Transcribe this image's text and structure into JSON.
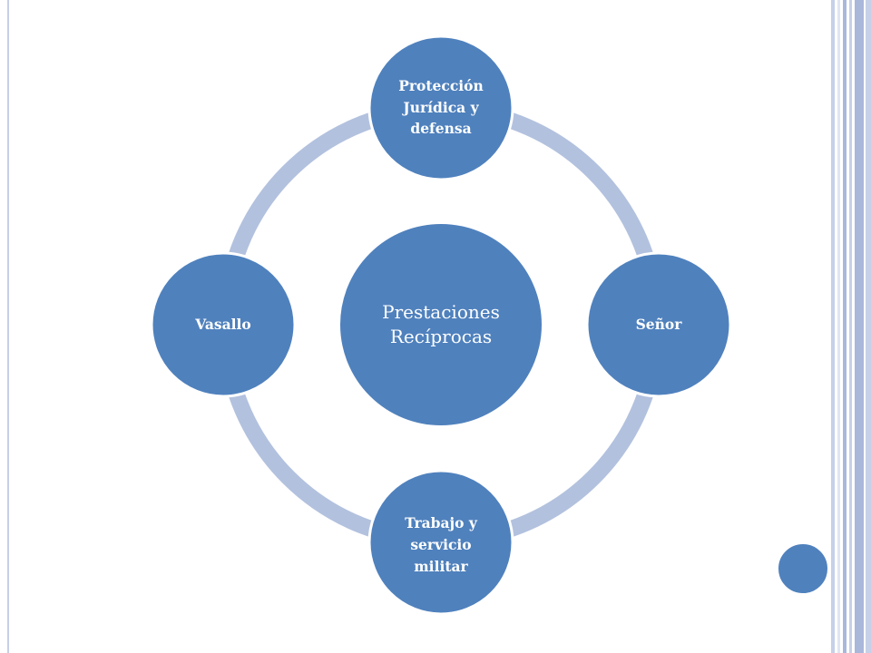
{
  "diagram": {
    "center": {
      "line1": "Prestaciones",
      "line2": "Recíprocas"
    },
    "nodes": {
      "top": [
        "Protección",
        "Jurídica y",
        "defensa"
      ],
      "right": [
        "Señor"
      ],
      "bottom": [
        "Trabajo y",
        "servicio",
        "militar"
      ],
      "left": [
        "Vasallo"
      ]
    }
  },
  "colors": {
    "node_fill": "#4f81bd",
    "ring": "#b2c1de",
    "frame": "#c5cfe6",
    "text": "#ffffff"
  }
}
